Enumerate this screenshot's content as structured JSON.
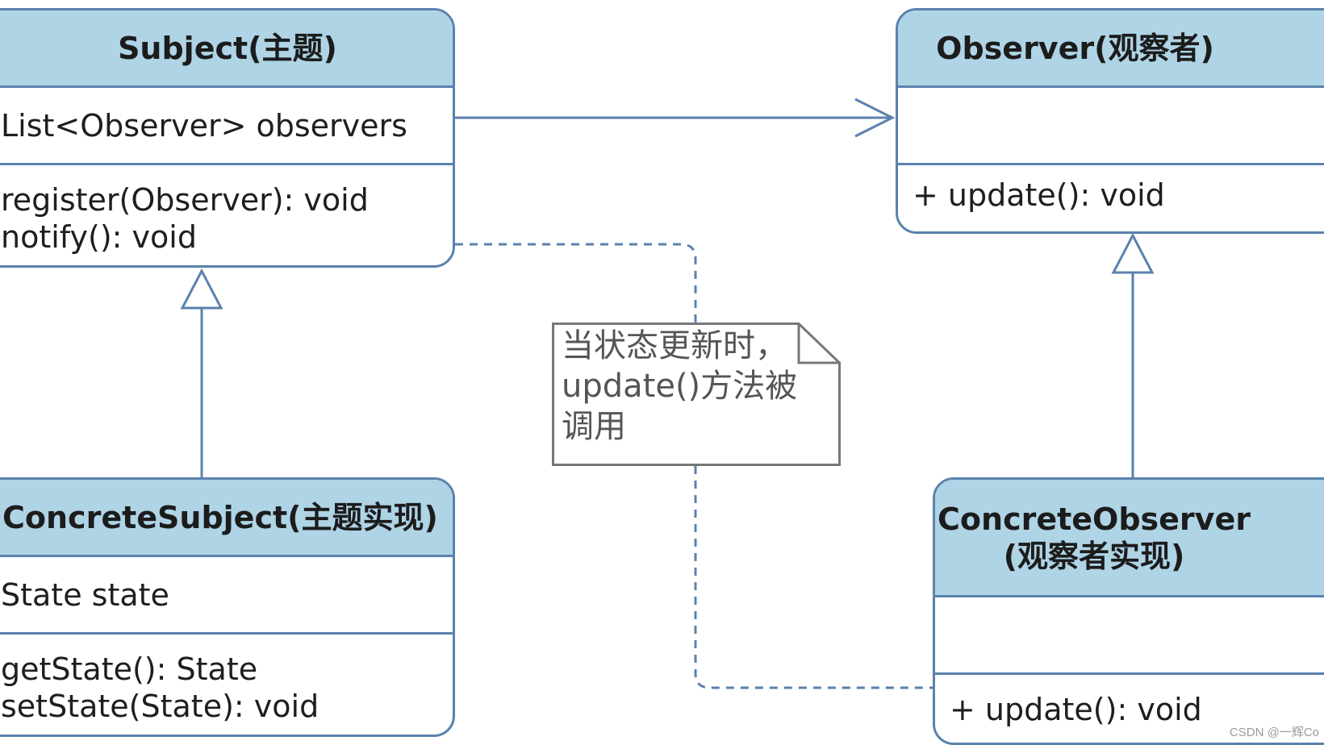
{
  "subject": {
    "name": "Subject(主题)",
    "attribute": "List<Observer> observers",
    "operations": [
      "register(Observer): void",
      "notify(): void"
    ]
  },
  "observer": {
    "name": "Observer(观察者)",
    "attribute": "",
    "operations": [
      "+ update(): void"
    ]
  },
  "concrete_subject": {
    "name": "ConcreteSubject(主题实现)",
    "attribute": "State state",
    "operations": [
      "getState(): State",
      "setState(State): void"
    ]
  },
  "concrete_observer": {
    "name_line1": "ConcreteObserver",
    "name_line2": "(观察者实现)",
    "attribute": "",
    "operations": [
      "+ update(): void"
    ]
  },
  "note": {
    "text": "当状态更新时，\nupdate()方法被\n调用"
  },
  "watermark": "CSDN @一辉Co",
  "colors": {
    "header_fill": "#afd4e6",
    "border": "#5a82ad",
    "note_border": "#777777"
  }
}
